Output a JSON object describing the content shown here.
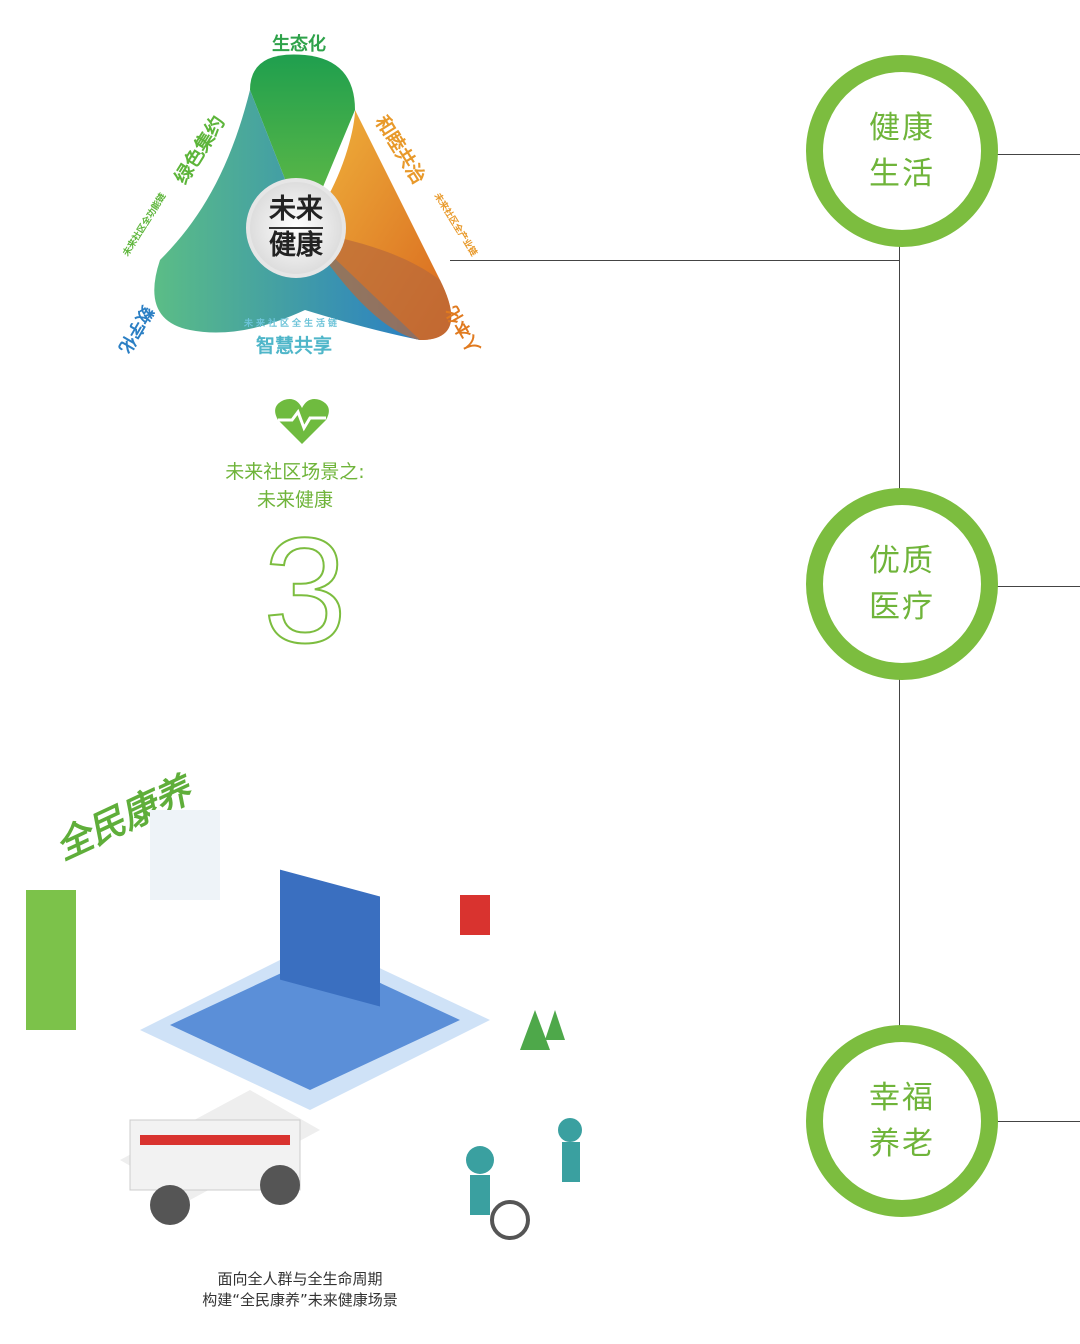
{
  "hub": {
    "center_top": "未来",
    "center_bottom": "健康",
    "top_label": "生态化",
    "left_label": "数字化",
    "right_label": "人本化",
    "green_arc": {
      "title": "绿色集约",
      "sub": "未来社区全功能链"
    },
    "orange_arc": {
      "title": "和睦共治",
      "sub": "未来社区全产业链"
    },
    "blue_arc": {
      "title": "智慧共享",
      "sub": "未来社区全生活链"
    }
  },
  "scene": {
    "line1": "未来社区场景之:",
    "line2": "未来健康",
    "number": "3"
  },
  "illustration": {
    "title": "全民康养"
  },
  "caption": {
    "line1": "面向全人群与全生命周期",
    "line2": "构建“全民康养”未来健康场景"
  },
  "nodes": [
    {
      "l1": "健康",
      "l2": "生活"
    },
    {
      "l1": "优质",
      "l2": "医疗"
    },
    {
      "l1": "幸福",
      "l2": "养老"
    }
  ],
  "colors": {
    "accent": "#7cbd3f",
    "green": "#2ea24a",
    "orange": "#e07a1f",
    "blue": "#2b8ac6"
  }
}
